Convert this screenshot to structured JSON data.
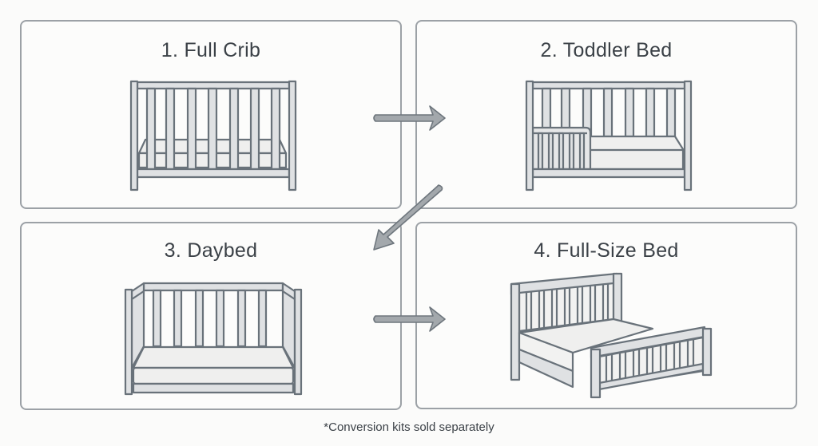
{
  "diagram": {
    "panels": [
      {
        "step": 1,
        "title": "1. Full Crib",
        "illustration": "full-crib"
      },
      {
        "step": 2,
        "title": "2. Toddler Bed",
        "illustration": "toddler-bed"
      },
      {
        "step": 3,
        "title": "3. Daybed",
        "illustration": "daybed"
      },
      {
        "step": 4,
        "title": "4. Full-Size Bed",
        "illustration": "full-size-bed"
      }
    ],
    "arrows": [
      {
        "from": 1,
        "to": 2,
        "direction": "right"
      },
      {
        "from": 2,
        "to": 3,
        "direction": "down-left"
      },
      {
        "from": 3,
        "to": 4,
        "direction": "right"
      }
    ],
    "footnote": "*Conversion kits sold separately"
  },
  "colors": {
    "line": "#69727a",
    "fill": "#dfe1e3",
    "mattress": "#efefee",
    "panel_border": "#9ca1a6",
    "arrow": "#a3a8ac",
    "text": "#3b4147"
  }
}
